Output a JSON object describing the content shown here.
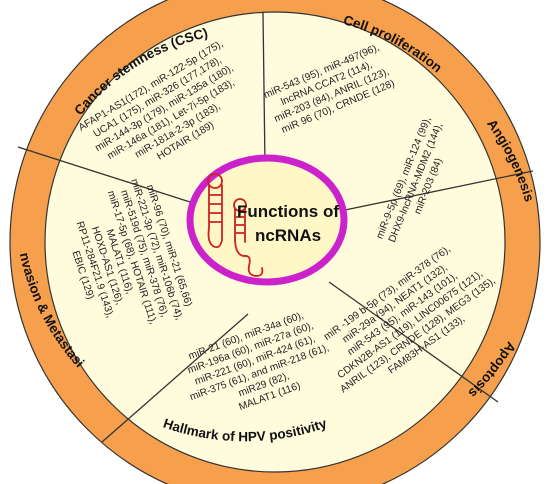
{
  "center": {
    "line1": "Functions of",
    "line2": "ncRNAs"
  },
  "segments": {
    "csc": {
      "title": "Cancer stemness (CSC)",
      "lines": [
        "AFAP1-AS1(172), miR-122-5p (175),",
        "UCA1 (175), miR-326 (177,178),",
        "miR-144-3p (179), miR-135a (180),",
        "miR-146a (181), Let-7i-5p (183),",
        "miR-181a-2-3p (183),",
        "HOTAIR (189)"
      ]
    },
    "prolif": {
      "title": "Cell proliferation",
      "lines": [
        "miR-543 (95), miR-497(96),",
        "lncRNA CCAT2 (114),",
        "miR-203 (84), ANRIL (123),",
        "miR 96 (70), CRNDE (128)"
      ]
    },
    "angio": {
      "title": "Angiogenesis",
      "lines": [
        "miR-9-5p (69), miR-124 (99),",
        "DHX9-lncRNA-MDM2 (144),",
        "miR-203 (84)"
      ]
    },
    "apop": {
      "title": "Apoptosis",
      "lines": [
        "miR -199 b-5p (73), miR-378 (76),",
        "miR-29a (94), NEAT1 (132),",
        "miR-543 (95), miR-143 (101),",
        "CDKN2B-AS1 (119), LINC00675 (121),",
        "ANRIL (123), CRNDE (128), MEG3 (135),",
        "FAM83H-AS1 (133),"
      ]
    },
    "hpv": {
      "title": "Hallmark of HPV positivity",
      "lines": [
        "miR-21 (60), miR-34a (60),",
        "miR-196a (60), miR-27a (60),",
        "miR-221 (60), miR-424 (61),",
        "miR-375 (61), and miR-218 (61),",
        "miR29 (82),",
        "MALAT1 (116)"
      ]
    },
    "inv": {
      "title": "Invasion & Metastasis",
      "lines": [
        "miR-96 (70), miR-21 (65,66)",
        "miR-221-3p (72), miR-106b (74),",
        "miR-519d (75), miR-378 (76),",
        "miR-17-5p (68), HOTAIR (111),",
        "MALAT1 (116),",
        "HOXD-AS1 (126),",
        "RP11-284F21.9 (143),",
        "EBIC (129)"
      ]
    }
  },
  "colors": {
    "outer_ring": "#f6a04d",
    "inner_fill": "#fffbdd",
    "center_fill": "#fff7c6",
    "center_border": "#cc22cc",
    "rna_strand": "#cc2222"
  }
}
